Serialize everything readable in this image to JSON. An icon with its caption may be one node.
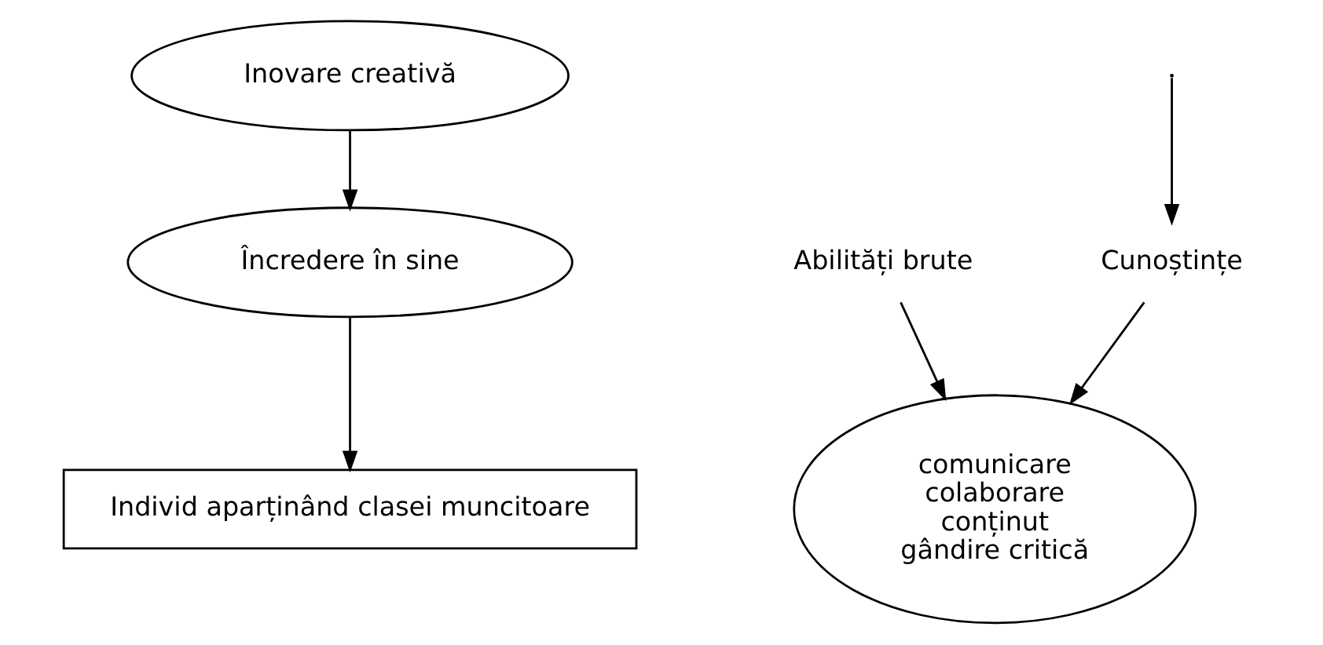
{
  "diagram": {
    "nodes": [
      {
        "text": [
          "Individ aparținând clasei muncitoare"
        ]
      },
      {
        "text": [
          "Cunoștințe"
        ]
      },
      {
        "text": [
          "comunicare",
          "colaborare",
          "conținut",
          "gândire critică"
        ]
      },
      {
        "text": [
          "Abilități brute"
        ]
      },
      {
        "text": [
          "Încredere în sine"
        ]
      },
      {
        "text": [
          "Inovare creativă"
        ]
      }
    ],
    "edges": [
      {
        "from": null,
        "to": 1,
        "arrow": "to"
      },
      {
        "from": 1,
        "to": 2,
        "arrow": "to"
      },
      {
        "from": 3,
        "to": 2,
        "arrow": "to"
      },
      {
        "from": 5,
        "to": 4,
        "arrow": "to"
      },
      {
        "from": 4,
        "to": 0,
        "arrow": "to"
      }
    ]
  }
}
